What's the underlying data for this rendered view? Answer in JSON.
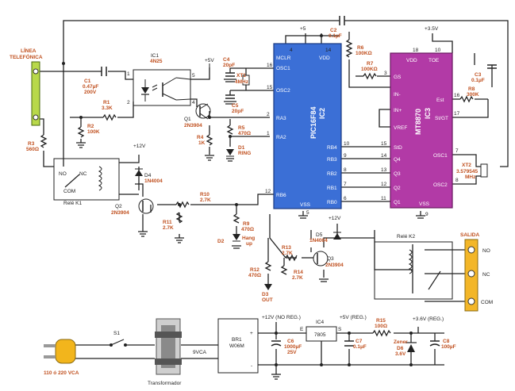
{
  "colors": {
    "pic_chip": "#3b6fd6",
    "mt_chip": "#b23aa6",
    "label_orange": "#c0501f",
    "connector_green": "#b8d84a",
    "connector_yellow": "#f3b628",
    "plug_yellow": "#f2b51c",
    "wire": "#222222"
  },
  "phone_line": {
    "label_1": "LÍNEA",
    "label_2": "TELEFÓNICA"
  },
  "c1": {
    "name": "C1",
    "value_1": "0.47µF",
    "value_2": "200V"
  },
  "r1": {
    "name": "R1",
    "value": "3.3K"
  },
  "r2": {
    "name": "R2",
    "value": "100K"
  },
  "r3": {
    "name": "R3",
    "value": "560Ω"
  },
  "ic1": {
    "name": "IC1",
    "part": "4N25",
    "pin1": "1",
    "pin2": "2",
    "pin4": "4",
    "pin5": "5"
  },
  "q1": {
    "name": "Q1",
    "part": "2N3904"
  },
  "c4": {
    "name": "C4",
    "value": "20pF"
  },
  "c5": {
    "name": "C5",
    "value": "20pF"
  },
  "xt1": {
    "name": "XT1",
    "value": "4MHz"
  },
  "r4": {
    "name": "R4",
    "value": "1K"
  },
  "r5": {
    "name": "R5",
    "value": "470Ω"
  },
  "d1": {
    "name": "D1",
    "label": "RING"
  },
  "supply_plus5_a": "+5V",
  "supply_plus5_b": "+5",
  "supply_plus12_a": "+12V",
  "supply_plus12_b": "+12V",
  "supply_plus35": "+3.5V",
  "pic": {
    "name_1": "PIC16F84",
    "name_2": "IC2",
    "pins": {
      "mclr": "MCLR",
      "vdd": "VDD",
      "osc1": "OSC1",
      "osc2": "OSC2",
      "ra3": "RA3",
      "ra2": "RA2",
      "rb6": "RB6",
      "rb4": "RB4",
      "rb3": "RB3",
      "rb2": "RB2",
      "rb1": "RB1",
      "rb0": "RB0",
      "vss": "VSS"
    },
    "nums": {
      "n4": "4",
      "n14": "14",
      "n16": "16",
      "n15": "15",
      "n2": "2",
      "n1": "1",
      "n12": "12",
      "n10": "10",
      "n9": "9",
      "n8": "8",
      "n7": "7",
      "n6": "6",
      "n5": "5"
    }
  },
  "c2": {
    "name": "C2",
    "value": "0.1µF"
  },
  "r6": {
    "name": "R6",
    "value": "100KΩ"
  },
  "r7": {
    "name": "R7",
    "value": "100KΩ"
  },
  "mt": {
    "name_1": "MT8870",
    "name_2": "IC3",
    "pins": {
      "vdd": "VDD",
      "toe": "TOE",
      "gs": "GS",
      "inm": "IN-",
      "inp": "IN+",
      "vref": "VREF",
      "est": "Est",
      "stgt": "St/GT",
      "std": "StD",
      "q4": "Q4",
      "q3": "Q3",
      "q2": "Q2",
      "q1": "Q1",
      "osc1": "OSC1",
      "osc2": "OSC2",
      "vss": "VSS"
    },
    "nums": {
      "n18": "18",
      "n10": "10",
      "n3": "3",
      "n16": "16",
      "n17": "17",
      "n15": "15",
      "n14": "14",
      "n13": "13",
      "n12": "12",
      "n11": "11",
      "n7": "7",
      "n8": "8",
      "n9": "9"
    }
  },
  "c3": {
    "name": "C3",
    "value": "0.1µF"
  },
  "r8": {
    "name": "R8",
    "value": "300K"
  },
  "xt2": {
    "name": "XT2",
    "value_1": "3.579545",
    "value_2": "MHz"
  },
  "relay_k1": {
    "name": "Relé K1",
    "no": "NO",
    "nc": "NC",
    "com": "COM"
  },
  "d4": {
    "name": "D4",
    "part": "1N4004"
  },
  "q2": {
    "name": "Q2",
    "part": "2N3904"
  },
  "r10": {
    "name": "R10",
    "value": "2.7K"
  },
  "r11": {
    "name": "R11",
    "value": "2.7K"
  },
  "r9": {
    "name": "R9",
    "value": "470Ω"
  },
  "d2": {
    "name": "D2",
    "label_1": "Hang",
    "label_2": "up"
  },
  "d5": {
    "name": "D5",
    "part": "1N4004"
  },
  "r13": {
    "name": "R13",
    "value": "2.7K"
  },
  "r14": {
    "name": "R14",
    "value": "2.7K"
  },
  "q3": {
    "name": "Q3",
    "part": "2N3904"
  },
  "r12": {
    "name": "R12",
    "value": "470Ω"
  },
  "d3": {
    "name": "D3",
    "label": "OUT"
  },
  "relay_k2": {
    "name": "Relé K2"
  },
  "salida": {
    "title": "SALIDA",
    "no": "NO",
    "nc": "NC",
    "com": "COM"
  },
  "power": {
    "s1": "S1",
    "transformer": "Transformador",
    "vac_in": "110 ó 220 VCA",
    "vca": "9VCA",
    "br1_name": "BR1",
    "br1_part": "W06M",
    "plus": "+",
    "minus": "-",
    "rail_12": "+12V (NO REG.)",
    "c6_name": "C6",
    "c6_val1": "1000µF",
    "c6_val2": "25V",
    "ic4_name": "IC4",
    "ic4_part": "7805",
    "e": "E",
    "s": "S",
    "rail_5": "+5V (REG.)",
    "c7_name": "C7",
    "c7_value": "0.1µF",
    "r15_name": "R15",
    "r15_value": "100Ω",
    "zener_label": "Zener",
    "d6_name": "D6",
    "d6_value": "3.6V",
    "rail_36": "+3.6V (REG.)",
    "c8_name": "C8",
    "c8_value": "100µF"
  }
}
